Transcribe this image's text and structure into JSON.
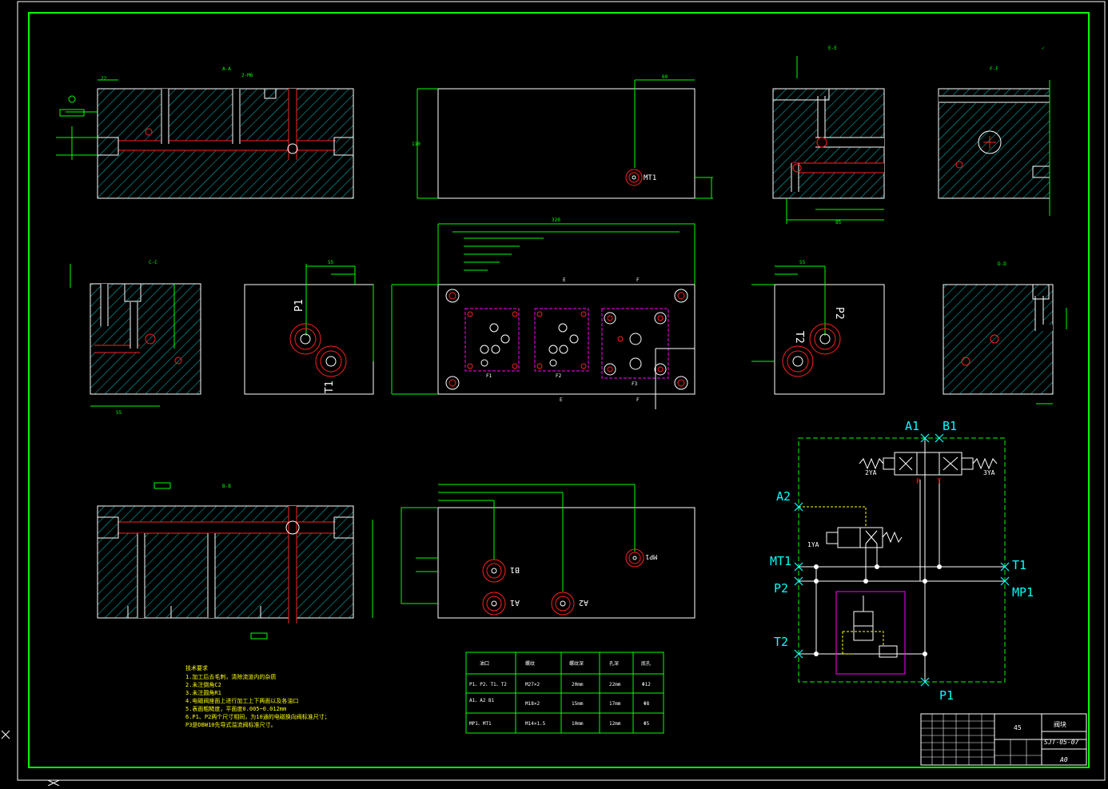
{
  "ports_bottom_view": [
    "B1",
    "A1",
    "A2",
    "MP1"
  ],
  "ports_side_left": [
    "P1",
    "T1"
  ],
  "ports_side_right": [
    "P2",
    "T2"
  ],
  "port_mt1": "MT1",
  "valve_labels": [
    "F1",
    "F2",
    "F3"
  ],
  "schematic": {
    "labels": [
      "A1",
      "B1",
      "A2",
      "MT1",
      "T1",
      "P2",
      "MP1",
      "T2",
      "P1"
    ],
    "coil_labels": [
      "2YA",
      "3YA",
      "1YA"
    ],
    "pt_labels": [
      "P",
      "T"
    ]
  },
  "notes": {
    "title": "技术要求",
    "lines": [
      "1.加工后去毛刺，清除流道内的杂质",
      "2.未注倒角C2",
      "3.未注圆角R1",
      "4.电磁阀座面上进行加工上下两面以及各油口",
      "5.表面粗糙度，平面度0.005~0.012mm",
      "6.P1、P2两个尺寸相同，为10通的电磁换向阀标准尺寸；",
      "P3是DBW10先导式溢流阀标准尺寸。"
    ]
  },
  "port_table": {
    "headers": [
      "油口",
      "螺纹",
      "螺纹深",
      "孔深",
      "底孔"
    ],
    "rows": [
      [
        "P1、P2、T1、T2",
        "M27×2",
        "20mm",
        "22mm",
        "Φ12"
      ],
      [
        "A1、A2\nB1",
        "M18×2",
        "15mm",
        "17mm",
        "Φ8"
      ],
      [
        "MP1、MT1",
        "M14×1.5",
        "10mm",
        "12mm",
        "Φ5"
      ]
    ]
  },
  "title_block": {
    "material": "45",
    "part_name": "阀块",
    "drawing_no": "SJT-05-07",
    "sheet_size": "A0"
  }
}
